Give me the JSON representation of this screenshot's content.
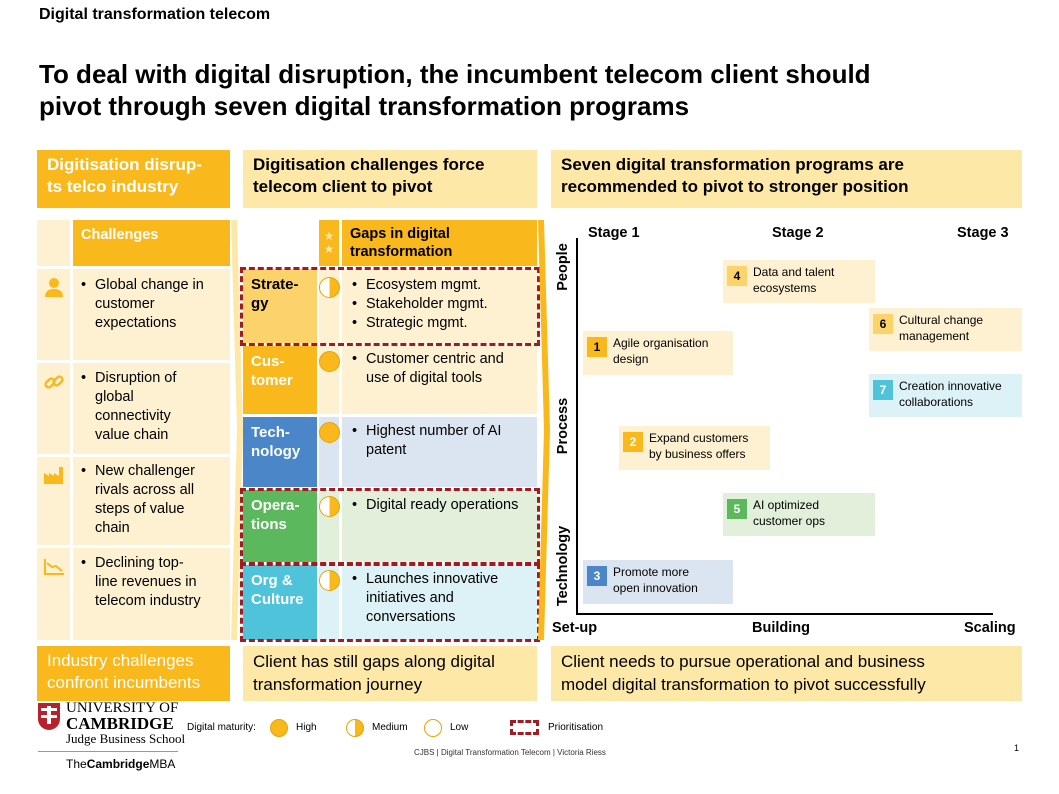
{
  "topic": "Digital transformation telecom",
  "headline_line1": "To deal with digital disruption, the incumbent telecom client should",
  "headline_line2": "pivot through seven digital transformation programs",
  "col1": {
    "header_line1": "Digitisation disrup-",
    "header_line2": "ts telco industry",
    "sub_header": "Challenges",
    "rows": [
      {
        "icon": "person-icon",
        "lines": [
          "Global change in",
          "customer",
          "expectations"
        ]
      },
      {
        "icon": "chain-link-icon",
        "lines": [
          "Disruption of",
          "global",
          "connectivity",
          "value chain"
        ]
      },
      {
        "icon": "factory-icon",
        "lines": [
          "New challenger",
          "rivals across all",
          "steps of value",
          "chain"
        ]
      },
      {
        "icon": "declining-chart-icon",
        "lines": [
          "Declining top-",
          "line revenues in",
          "telecom industry"
        ]
      }
    ],
    "footer_line1": "Industry challenges",
    "footer_line2": "confront incumbents"
  },
  "col2": {
    "header_line1": "Digitisation challenges force",
    "header_line2": "telecom client to pivot",
    "sub_header_line1": "Gaps in digital",
    "sub_header_line2": "transformation",
    "rows": [
      {
        "label_line1": "Strate-",
        "label_line2": "gy",
        "maturity": "medium",
        "bullets": [
          "Ecosystem mgmt.",
          "Stakeholder mgmt.",
          "Strategic mgmt."
        ],
        "color": "#fcd36b",
        "bg": "#fdf1d2"
      },
      {
        "label_line1": "Cus-",
        "label_line2": "tomer",
        "maturity": "high",
        "bullets": [
          "Customer centric and use of digital tools"
        ],
        "color": "#f9b81c",
        "bg": "#fdf1d2"
      },
      {
        "label_line1": "Tech-",
        "label_line2": "nology",
        "maturity": "high",
        "bullets": [
          "Highest number of AI patent"
        ],
        "color": "#4a86c8",
        "bg": "#dbe5f1"
      },
      {
        "label_line1": "Opera-",
        "label_line2": "tions",
        "maturity": "medium",
        "bullets": [
          "Digital ready operations"
        ],
        "color": "#5cb85c",
        "bg": "#e2efda"
      },
      {
        "label_line1": "Org &",
        "label_line2": "Culture",
        "maturity": "medium",
        "bullets": [
          "Launches innovative initiatives and conversations"
        ],
        "color": "#4fc3d9",
        "bg": "#ddf2f7"
      }
    ],
    "footer_line1": "Client has still gaps along digital",
    "footer_line2": "transformation journey"
  },
  "col3": {
    "header_line1": "Seven digital transformation programs are",
    "header_line2": "recommended to pivot to stronger position",
    "stages": [
      "Stage 1",
      "Stage 2",
      "Stage 3"
    ],
    "y_labels": [
      "People",
      "Process",
      "Technology"
    ],
    "x_labels": [
      "Set-up",
      "Building",
      "Scaling"
    ],
    "programs": [
      {
        "num": "1",
        "line1": "Agile organisation",
        "line2": "design",
        "num_color": "#f9b81c",
        "bg": "#fdf1d2"
      },
      {
        "num": "2",
        "line1": "Expand customers",
        "line2": "by business offers",
        "num_color": "#f9b81c",
        "bg": "#fdf1d2"
      },
      {
        "num": "3",
        "line1": "Promote more",
        "line2": "open innovation",
        "num_color": "#4a86c8",
        "bg": "#dbe5f1"
      },
      {
        "num": "4",
        "line1": "Data and talent",
        "line2": "ecosystems",
        "num_color": "#fcd36b",
        "bg": "#fdf1d2"
      },
      {
        "num": "5",
        "line1": "AI optimized",
        "line2": "customer ops",
        "num_color": "#5cb85c",
        "bg": "#e2efda"
      },
      {
        "num": "6",
        "line1": "Cultural change",
        "line2": "management",
        "num_color": "#fcd36b",
        "bg": "#fdf1d2"
      },
      {
        "num": "7",
        "line1": "Creation innovative",
        "line2": "collaborations",
        "num_color": "#4fc3d9",
        "bg": "#ddf2f7"
      }
    ],
    "footer_line1": "Client needs to pursue operational and business",
    "footer_line2": "model digital transformation to pivot successfully"
  },
  "legend": {
    "title": "Digital maturity:",
    "high": "High",
    "medium": "Medium",
    "low": "Low",
    "prioritisation": "Prioritisation"
  },
  "logo": {
    "university_line1": "UNIVERSITY OF",
    "university_line2": "CAMBRIDGE",
    "school": "Judge Business School",
    "mba_the": "The",
    "mba_cambridge": "Cambridge",
    "mba_mba": "MBA"
  },
  "footer_credit": "CJBS | Digital Transformation Telecom  |  Victoria Riess",
  "page_number": "1",
  "colors": {
    "orange": "#f9b81c",
    "light_yellow": "#fde8a8",
    "cream": "#fdf1d2",
    "blue": "#4a86c8",
    "green": "#5cb85c",
    "teal": "#4fc3d9",
    "red_dash": "#a31b22"
  }
}
